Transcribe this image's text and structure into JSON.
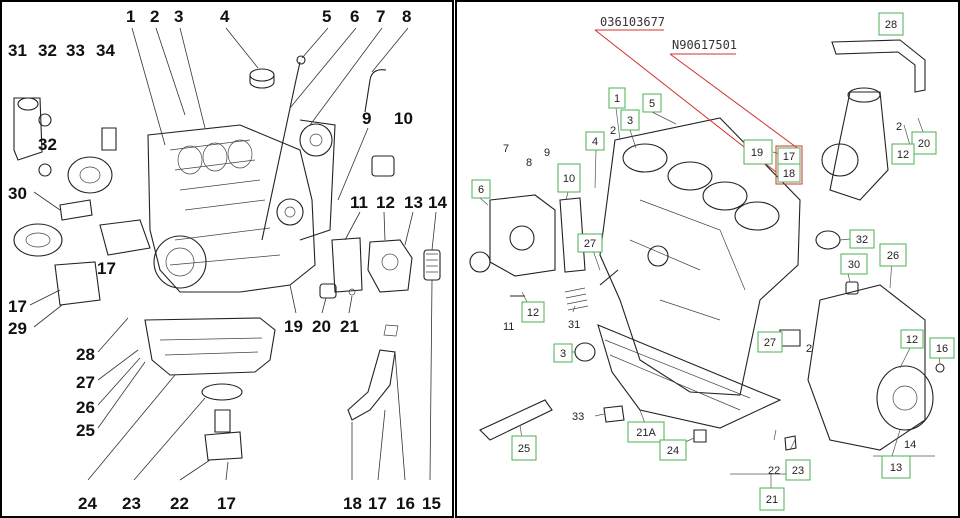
{
  "left_panel": {
    "labels": [
      "1",
      "2",
      "3",
      "4",
      "5",
      "6",
      "7",
      "8",
      "9",
      "10",
      "11",
      "12",
      "13",
      "14",
      "15",
      "16",
      "17",
      "17",
      "17",
      "17",
      "18",
      "19",
      "20",
      "21",
      "22",
      "23",
      "24",
      "25",
      "26",
      "27",
      "28",
      "29",
      "30",
      "31",
      "32",
      "32",
      "33",
      "34"
    ]
  },
  "right_panel": {
    "part_numbers": [
      "036103677",
      "N90617501"
    ],
    "boxed_labels": [
      "1",
      "3",
      "5",
      "4",
      "6",
      "10",
      "12",
      "19",
      "17",
      "18",
      "20",
      "28",
      "12",
      "27",
      "32",
      "26",
      "30",
      "12",
      "16",
      "3",
      "27",
      "25",
      "21A",
      "24",
      "23",
      "21",
      "13"
    ],
    "plain_labels": [
      "2",
      "7",
      "8",
      "9",
      "11",
      "31",
      "2",
      "33",
      "22",
      "14",
      "2"
    ]
  },
  "colors": {
    "label_box": "#4caf50",
    "callout_line": "#d32f2f",
    "border": "#000000"
  }
}
